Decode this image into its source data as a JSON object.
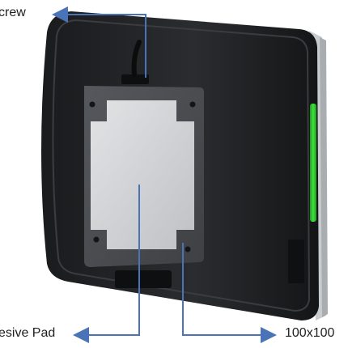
{
  "callouts": {
    "screw": "crew",
    "adhesive_pad": "esive Pad",
    "vesa": "100x100"
  },
  "colors": {
    "arrow": "#4a73b8",
    "device_body": "#1f2123",
    "device_edge": "#c9ccce",
    "mount_plate": "#4a4c50",
    "adhesive_pad": "#cfd1d3",
    "status_led": "#2fd12f"
  }
}
